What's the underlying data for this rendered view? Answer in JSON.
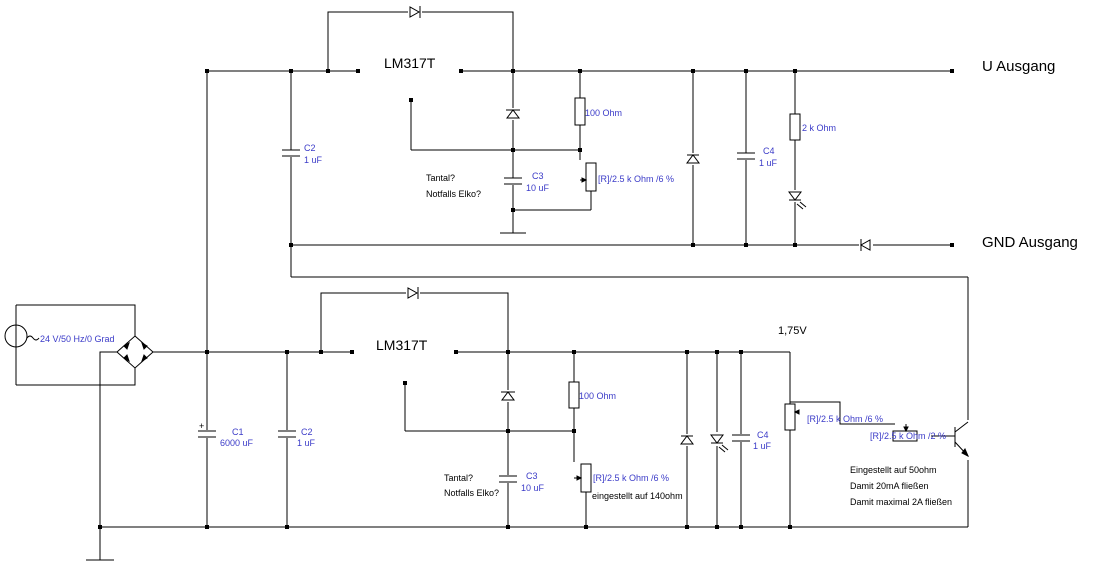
{
  "upper": {
    "regulator": "LM317T",
    "c2_name": "C2",
    "c2_value": "1 uF",
    "c3_name": "C3",
    "c3_value": "10 uF",
    "c4_name": "C4",
    "c4_value": "1 uF",
    "r1_value": "100  Ohm",
    "pot": "[R]/2.5 k Ohm /6 %",
    "r_led": "2 k Ohm",
    "note_tantal": "Tantal?",
    "note_elko": "Notfalls Elko?",
    "out_label": "U Ausgang",
    "gnd_label": "GND Ausgang"
  },
  "source": {
    "label": "24 V/50 Hz/0 Grad"
  },
  "lower": {
    "regulator": "LM317T",
    "voltage": "1,75V",
    "c1_name": "C1",
    "c1_value": "6000 uF",
    "c2_name": "C2",
    "c2_value": "1 uF",
    "c3_name": "C3",
    "c3_value": "10 uF",
    "c4_name": "C4",
    "c4_value": "1 uF",
    "r1_value": "100  Ohm",
    "pot": "[R]/2.5 k Ohm /6 %",
    "pot_note": "eingestellt auf 140ohm",
    "pot2": "[R]/2.5 k Ohm /6 %",
    "pot3": "[R]/2.5 k Ohm /2 %",
    "note_tantal": "Tantal?",
    "note_elko": "Notfalls Elko?",
    "note1": "Eingestellt auf 50ohm",
    "note2": "Damit 20mA fließen",
    "note3": "Damit maximal 2A fließen"
  }
}
